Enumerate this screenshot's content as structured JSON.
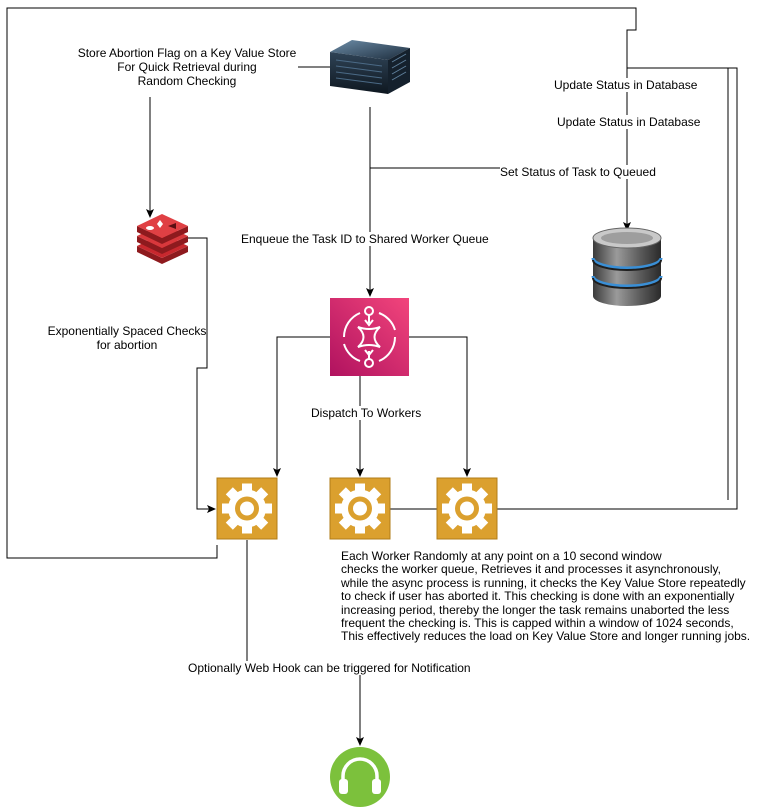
{
  "labels": {
    "store_flag": [
      "Store Abortion Flag on a Key Value Store",
      "For Quick Retrieval during",
      "Random Checking"
    ],
    "update_status_1": "Update Status in Database",
    "update_status_2": "Update Status in Database",
    "set_queued": "Set Status of Task to Queued",
    "enqueue": "Enqueue the Task ID to Shared Worker Queue",
    "exp_checks": [
      "Exponentially Spaced Checks",
      "for abortion"
    ],
    "dispatch": "Dispatch To Workers",
    "webhook": "Optionally Web Hook can be triggered for Notification",
    "worker_desc": [
      "Each Worker Randomly at any point on a 10 second window",
      "checks the worker queue, Retrieves it and processes it asynchronously,",
      "while the async process is running, it checks the Key Value Store repeatedly",
      "to check if user has aborted it. This checking is done with an exponentially",
      "increasing period, thereby the longer the task remains unaborted the less",
      "frequent the checking is. This is capped within a window of 1024 seconds,",
      "This effectively reduces the load on Key Value Store and longer running jobs."
    ]
  },
  "icons": [
    "server-icon",
    "redis-icon",
    "database-icon",
    "queue-icon",
    "worker-gear-icon",
    "headphones-icon"
  ],
  "colors": {
    "line": "#000000",
    "worker": "#dba02e",
    "queue": "#d6336c",
    "redis": "#c8282e",
    "db_stripe": "#3a8fd6",
    "notify": "#7cc13c"
  }
}
